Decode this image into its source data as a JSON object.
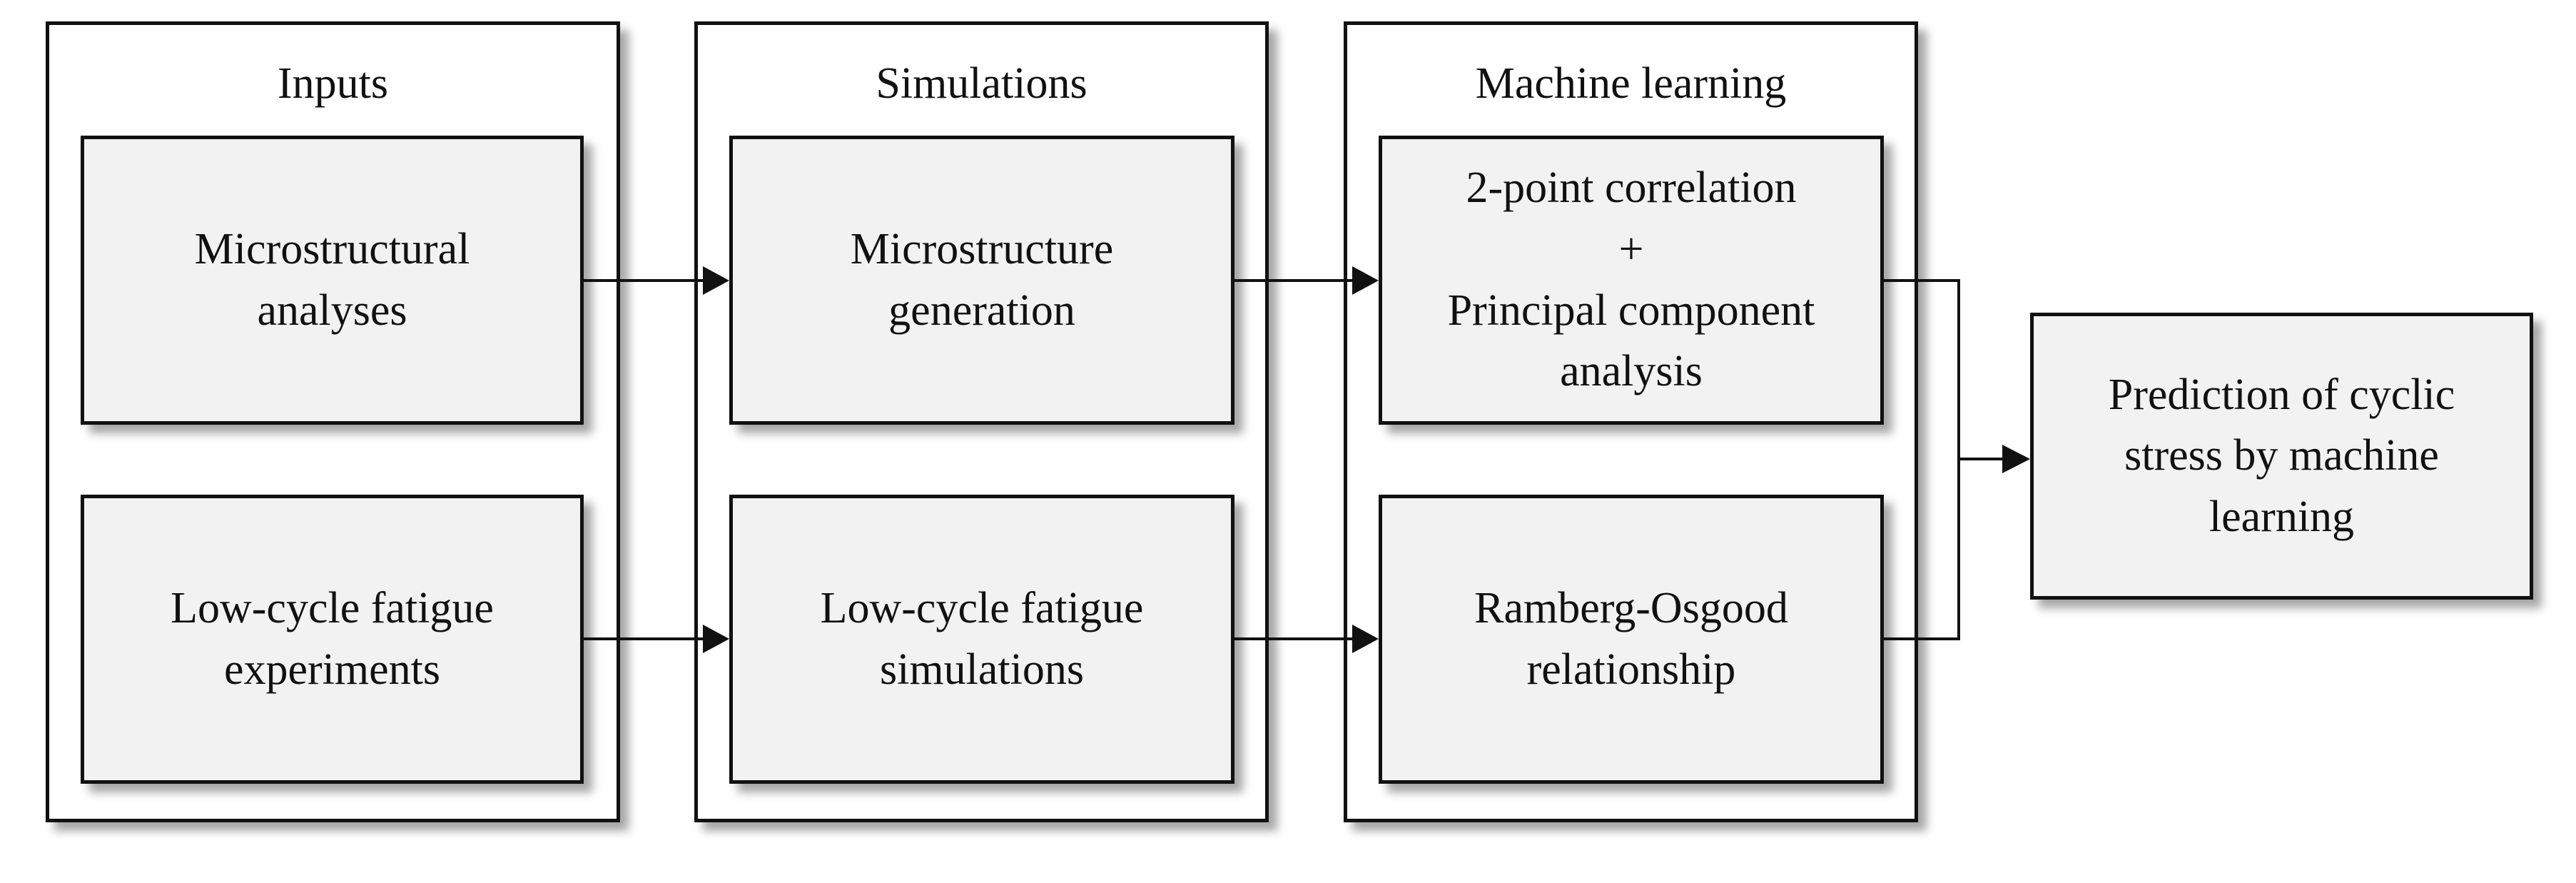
{
  "panels": {
    "inputs": {
      "title": "Inputs"
    },
    "simulations": {
      "title": "Simulations"
    },
    "machine_learning": {
      "title": "Machine learning"
    }
  },
  "boxes": {
    "microstructural_analyses": "Microstructural\nanalyses",
    "lcf_experiments": "Low-cycle  fatigue\nexperiments",
    "microstructure_generation": "Microstructure\ngeneration",
    "lcf_simulations": "Low-cycle  fatigue\nsimulations",
    "two_point_pca": "2-point correlation\n+\nPrincipal component\nanalysis",
    "ramberg_osgood": "Ramberg-Osgood\nrelationship",
    "prediction": "Prediction of cyclic\nstress by machine\nlearning"
  },
  "colors": {
    "box_fill": "#f2f2f2",
    "line": "#111111"
  }
}
